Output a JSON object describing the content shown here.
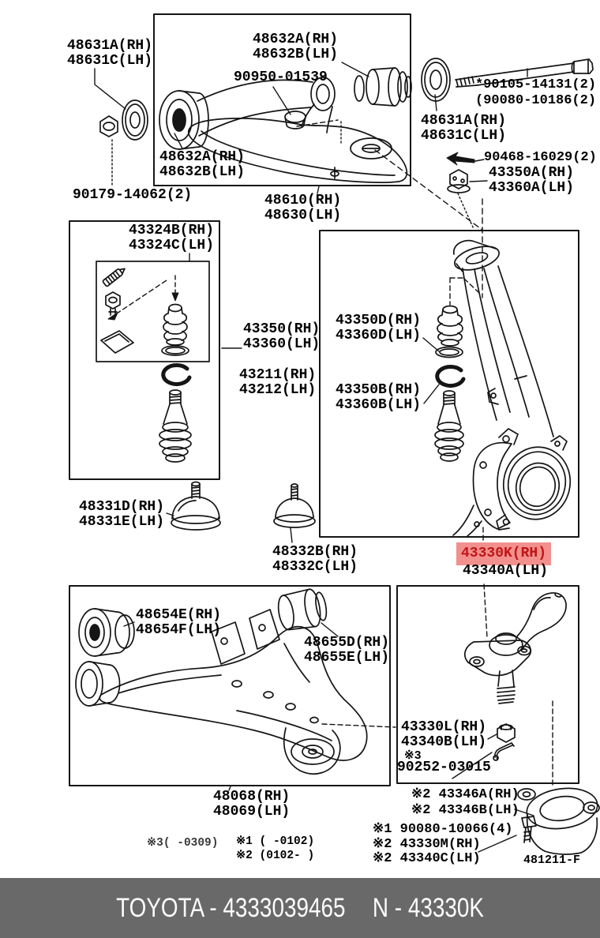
{
  "colors": {
    "highlight_bg": "#f2908e",
    "highlight_text": "#bf1616",
    "footer_bg": "#696969",
    "footer_text": "#fdfdfd",
    "line": "#151515"
  },
  "labels": {
    "upper_bush_tl": "48631A(RH)\n48631C(LH)",
    "upper_bush_top": "48632A(RH)\n48632B(LH)",
    "cam_plate": "90950-01539",
    "upper_bolt": "*90105-14131(2)\n(90080-10186(2)",
    "upper_washer_r": "48631A(RH)\n48631C(LH)",
    "clip": "90468-16029(2)",
    "upper_bj_nut": "43350A(RH)\n43360A(LH)",
    "upper_bush_in": "48632A(RH)\n48632B(LH)",
    "upper_nut": "90179-14062(2)",
    "upper_arm": "48610(RH)\n48630(LH)",
    "bj_kit": "43324B(RH)\n43324C(LH)",
    "upper_ball_joint": "43350(RH)\n43360(LH)",
    "knuckle_sub": "43211(RH)\n43212(LH)",
    "dust_cover_up": "43350D(RH)\n43360D(LH)",
    "ring_up": "43350B(RH)\n43360B(LH)",
    "bump_stop_a": "48331D(RH)\n48331E(LH)",
    "bump_stop_b": "48332B(RH)\n48332C(LH)",
    "knuckle_rh": "43330K(RH)",
    "knuckle_lh": "43340A(LH)",
    "lower_bush_f": "48654E(RH)\n48654F(LH)",
    "lower_bush_r": "48655D(RH)\n48655E(LH)",
    "lower_arm": "48068(RH)\n48069(LH)",
    "lower_ball_joint": "43330L(RH)\n43340B(LH)",
    "pin_mark": "※3",
    "cotter_pin": "90252-03015",
    "lower_dust_cover": "※2 43346A(RH)\n※2 43346B(LH)",
    "lower_bj_bolt_group": "※1 90080-10066(4)\n※2 43330M(RH)\n※2 43340C(LH)",
    "fig_code": "481211-F",
    "note3": "※3(  -0309)",
    "note1": "※1 (  -0102)",
    "note2": "※2 (0102-  )"
  },
  "footer": {
    "left": "TOYOTA - 4333039465",
    "right": "N - 43330K"
  }
}
